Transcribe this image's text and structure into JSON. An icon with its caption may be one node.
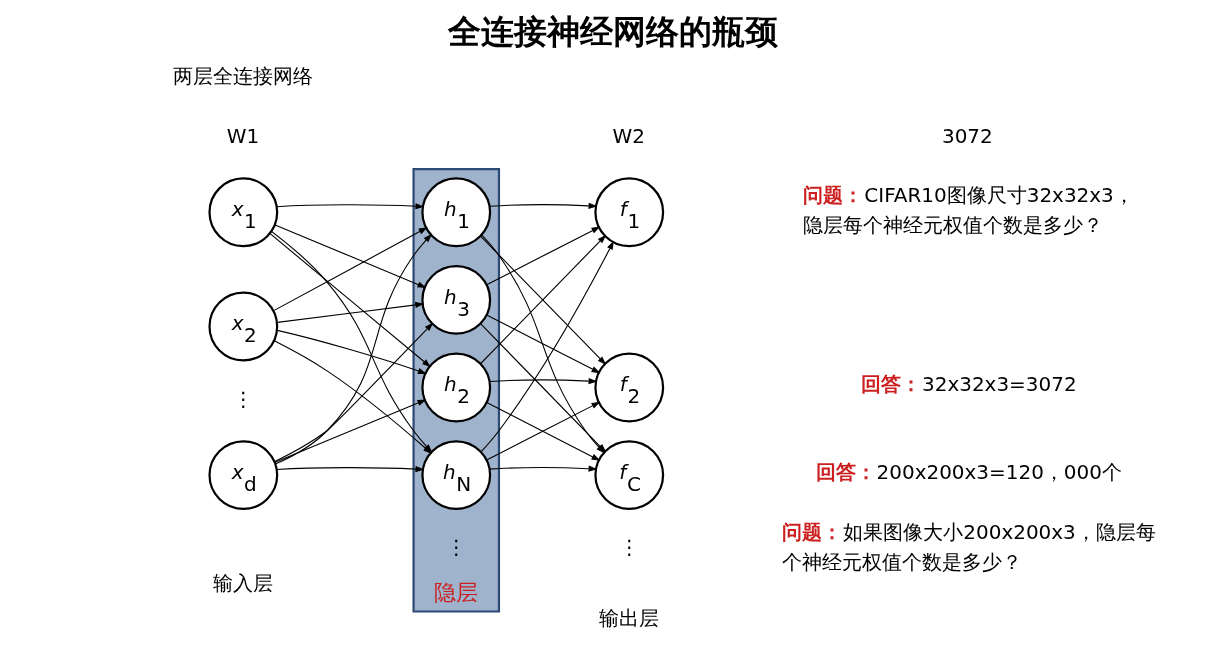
{
  "diagram": {
    "title": "全连接神经网络的瓶颈",
    "nodes": [
      {
        "text": [
          "隐层"
        ]
      },
      {
        "text": [
          "x$_{1}$"
        ]
      },
      {
        "text": [
          "x$_{2}$"
        ]
      },
      {
        "text": [
          "x$_{d}$"
        ]
      },
      {
        "text": [
          "h$_{1}$"
        ],
        "in": 0
      },
      {
        "text": [
          "h$_{2}$"
        ],
        "in": 0
      },
      {
        "text": [
          "h$_{3}$"
        ],
        "in": 0
      },
      {
        "text": [
          "h$_{N}$"
        ],
        "in": 0
      },
      {
        "text": [
          "f$_{1}$"
        ]
      },
      {
        "text": [
          "f$_{2}$"
        ]
      },
      {
        "text": [
          "f$_{C}$"
        ]
      }
    ],
    "edges": [
      {
        "from": 1,
        "to": 4,
        "arrow": "to"
      },
      {
        "from": 1,
        "to": 5,
        "arrow": "to"
      },
      {
        "from": 1,
        "to": 6,
        "arrow": "to"
      },
      {
        "from": 1,
        "to": 7,
        "arrow": "to"
      },
      {
        "from": 2,
        "to": 4,
        "arrow": "to"
      },
      {
        "from": 2,
        "to": 5,
        "arrow": "to"
      },
      {
        "from": 2,
        "to": 6,
        "arrow": "to"
      },
      {
        "from": 2,
        "to": 7,
        "arrow": "to"
      },
      {
        "from": 3,
        "to": 4,
        "arrow": "to"
      },
      {
        "from": 3,
        "to": 5,
        "arrow": "to"
      },
      {
        "from": 3,
        "to": 6,
        "arrow": "to"
      },
      {
        "from": 3,
        "to": 7,
        "arrow": "to"
      },
      {
        "from": 4,
        "to": 8,
        "arrow": "to"
      },
      {
        "from": 4,
        "to": 9,
        "arrow": "to"
      },
      {
        "from": 4,
        "to": 10,
        "arrow": "to"
      },
      {
        "from": 5,
        "to": 8,
        "arrow": "to"
      },
      {
        "from": 5,
        "to": 9,
        "arrow": "to"
      },
      {
        "from": 5,
        "to": 10,
        "arrow": "to"
      },
      {
        "from": 6,
        "to": 8,
        "arrow": "to"
      },
      {
        "from": 6,
        "to": 9,
        "arrow": "to"
      },
      {
        "from": 6,
        "to": 10,
        "arrow": "to"
      },
      {
        "from": 7,
        "to": 8,
        "arrow": "to"
      },
      {
        "from": 7,
        "to": 9,
        "arrow": "to"
      },
      {
        "from": 7,
        "to": 10,
        "arrow": "to"
      }
    ],
    "labels": [
      "3072",
      "两层全连接网络",
      "W1",
      "W2",
      "⋮",
      "⋮",
      "⋮",
      "输入层",
      "输出层",
      "**问题：**CIFAR10图像尺寸32x32x3，隐层每个神经元权值个数是多少？",
      "**回答：**32x32x3=3072",
      "**问题：**如果图像大小200x200x3，隐层每个神经元权值个数是多少？",
      "**回答：**200x200x3=120，000个"
    ]
  }
}
